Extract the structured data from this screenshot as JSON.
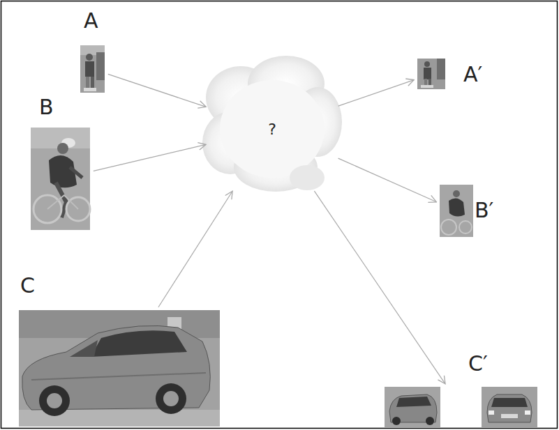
{
  "diagram": {
    "nodes": [
      {
        "text": [
          "A"
        ]
      },
      {
        "text": [
          "B"
        ]
      },
      {
        "text": [
          "C"
        ]
      },
      {
        "text": [
          "?"
        ]
      },
      {
        "text": [
          "A′"
        ]
      },
      {
        "text": [
          "B′"
        ]
      },
      {
        "text": [
          "C′"
        ]
      }
    ],
    "edges": [
      {
        "from": 0,
        "to": 3,
        "arrow": "to"
      },
      {
        "from": 1,
        "to": 3,
        "arrow": "to"
      },
      {
        "from": 2,
        "to": 3,
        "arrow": "to"
      },
      {
        "from": 3,
        "to": 4,
        "arrow": "to"
      },
      {
        "from": 3,
        "to": 5,
        "arrow": "to"
      },
      {
        "from": 3,
        "to": 6,
        "arrow": "to"
      }
    ]
  }
}
